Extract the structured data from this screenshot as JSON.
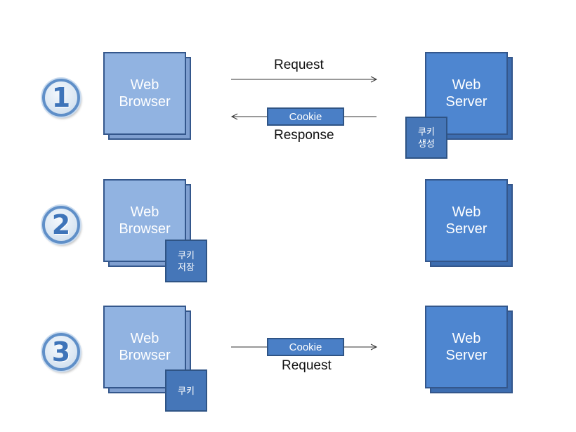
{
  "steps": [
    "1",
    "2",
    "3"
  ],
  "rows": [
    {
      "browser": {
        "line1": "Web",
        "line2": "Browser"
      },
      "server": {
        "line1": "Web",
        "line2": "Server"
      },
      "top_label": "Request",
      "cookie_label": "Cookie",
      "bottom_label": "Response",
      "server_tag": {
        "line1": "쿠키",
        "line2": "생성"
      }
    },
    {
      "browser": {
        "line1": "Web",
        "line2": "Browser"
      },
      "server": {
        "line1": "Web",
        "line2": "Server"
      },
      "browser_tag": {
        "line1": "쿠키",
        "line2": "저장"
      }
    },
    {
      "browser": {
        "line1": "Web",
        "line2": "Browser"
      },
      "server": {
        "line1": "Web",
        "line2": "Server"
      },
      "cookie_label": "Cookie",
      "bottom_label": "Request",
      "browser_tag": {
        "line1": "쿠키"
      }
    }
  ]
}
